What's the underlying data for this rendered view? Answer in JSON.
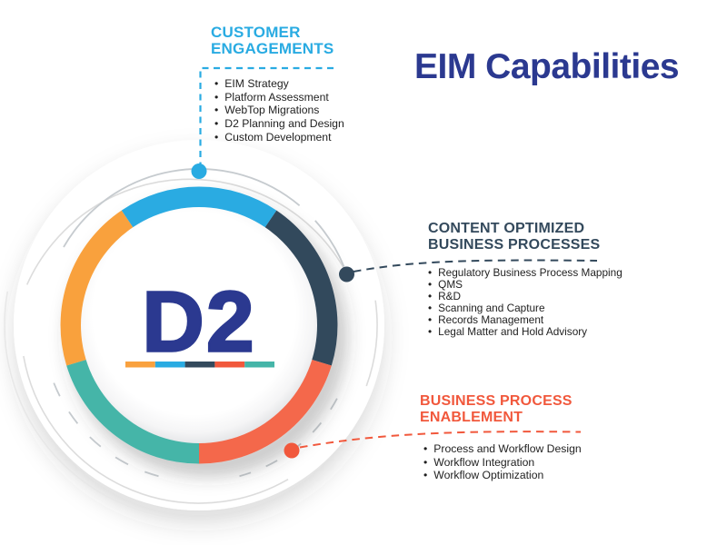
{
  "title": {
    "text": "EIM Capabilities"
  },
  "center": {
    "label": "D2"
  },
  "colors": {
    "cyan": "#29ABE2",
    "navy": "#33495C",
    "coral": "#F4684C",
    "coral_strong": "#F1583C",
    "teal": "#45B5A8",
    "orange": "#F9A13E",
    "title_blue": "#2B3990",
    "text_dark": "#1F1F1F",
    "arc_light": "#DCDCDC",
    "arc_faint": "#E8E8E8",
    "arc_mid": "#C6CBCF"
  },
  "sections": {
    "customer": {
      "title_line1": "CUSTOMER",
      "title_line2": "ENGAGEMENTS",
      "items": [
        "EIM Strategy",
        "Platform Assessment",
        "WebTop Migrations",
        "D2 Planning and Design",
        "Custom Development"
      ]
    },
    "content": {
      "title_line1": "CONTENT OPTIMIZED",
      "title_line2": "BUSINESS PROCESSES",
      "items": [
        "Regulatory Business Process Mapping",
        "QMS",
        "R&D",
        "Scanning and Capture",
        "Records Management",
        "Legal Matter and Hold Advisory"
      ]
    },
    "business": {
      "title_line1": "BUSINESS PROCESS",
      "title_line2": "ENABLEMENT",
      "items": [
        "Process and Workflow Design",
        "Workflow Integration",
        "Workflow Optimization"
      ]
    }
  },
  "diagram": {
    "type": "segmented-ring",
    "center_label": "D2",
    "segments": [
      {
        "name": "customer-engagements",
        "color": "cyan",
        "position": "top"
      },
      {
        "name": "content-optimized-business-processes",
        "color": "navy",
        "position": "right"
      },
      {
        "name": "business-process-enablement",
        "color": "coral",
        "position": "bottom-right"
      },
      {
        "name": "unlabeled",
        "color": "teal",
        "position": "bottom-left"
      },
      {
        "name": "unlabeled",
        "color": "orange",
        "position": "left"
      }
    ]
  }
}
